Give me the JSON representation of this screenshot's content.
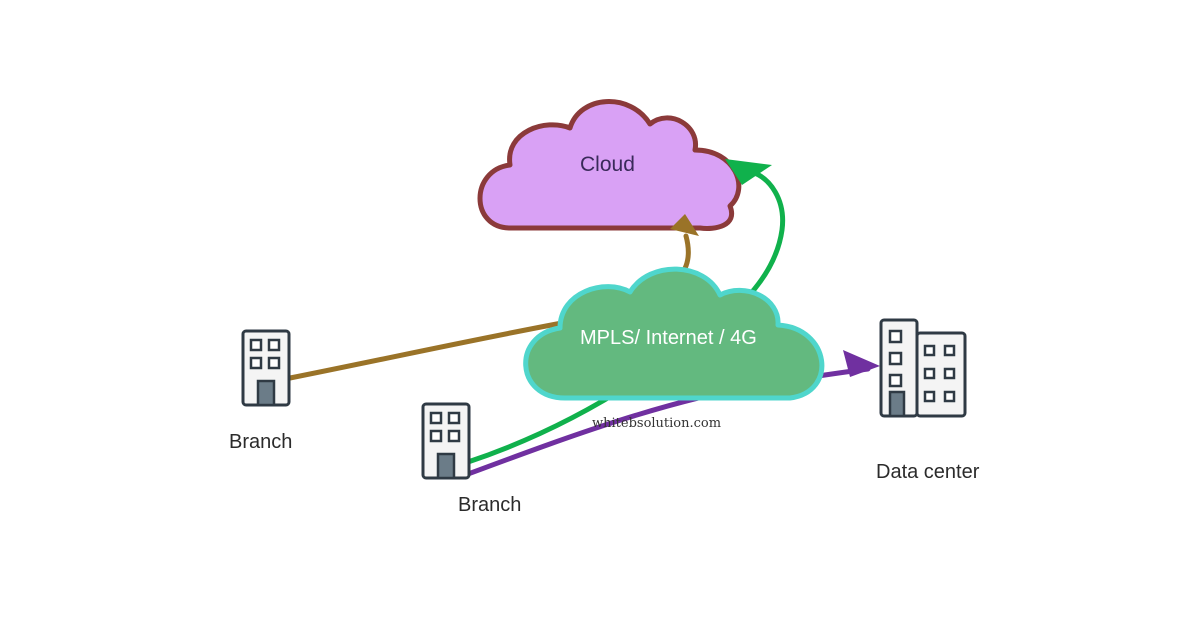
{
  "diagram": {
    "clouds": {
      "cloud": {
        "label": "Cloud",
        "fill": "#d9a1f5",
        "stroke": "#8b3a3a",
        "text_color": "#3a2a5a"
      },
      "network": {
        "label": "MPLS/ Internet / 4G",
        "fill": "#63b97f",
        "stroke": "#4fd6cc",
        "text_color": "#ffffff"
      }
    },
    "nodes": {
      "branch_left": {
        "label": "Branch",
        "icon": "building-icon"
      },
      "branch_bottom": {
        "label": "Branch",
        "icon": "building-icon"
      },
      "data_center": {
        "label": "Data center",
        "icon": "data-center-building-icon"
      }
    },
    "links": [
      {
        "from": "branch_left",
        "to": "cloud",
        "via": "network",
        "color": "#9a7328"
      },
      {
        "from": "branch_bottom",
        "to": "cloud",
        "via": "network",
        "color": "#10b14c"
      },
      {
        "from": "branch_bottom",
        "to": "data_center",
        "via": "network",
        "color": "#7030a0"
      }
    ],
    "watermark": "whitebsolution.com"
  }
}
